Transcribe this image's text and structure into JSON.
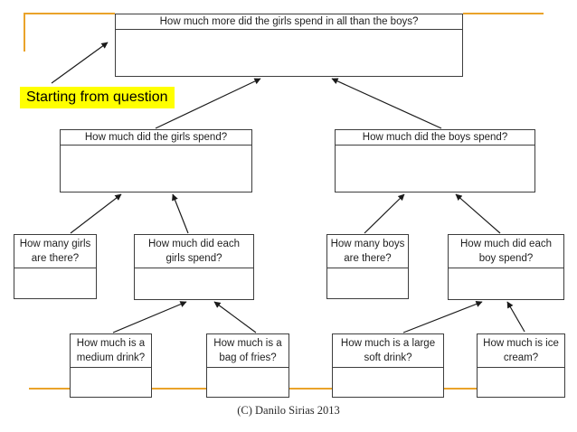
{
  "colors": {
    "accent": "#EAA32A",
    "highlight": "#FFFF00",
    "line": "#1a1a1a"
  },
  "annotation": {
    "label": "Starting from question"
  },
  "footer": {
    "copyright": "(C) Danilo Sirias 2013"
  },
  "diagram": {
    "root": {
      "title": "How much more did the girls spend in all than the boys?"
    },
    "level2": [
      {
        "title": "How much did the girls spend?"
      },
      {
        "title": "How much did the boys spend?"
      }
    ],
    "level3": [
      {
        "title": "How many girls are there?"
      },
      {
        "title": "How much did each girls spend?"
      },
      {
        "title": "How many boys are there?"
      },
      {
        "title": "How much did each boy spend?"
      }
    ],
    "level4": [
      {
        "title": "How much is a medium drink?"
      },
      {
        "title": "How much is a bag of fries?"
      },
      {
        "title": "How much is a large soft drink?"
      },
      {
        "title": "How much is ice cream?"
      }
    ]
  }
}
